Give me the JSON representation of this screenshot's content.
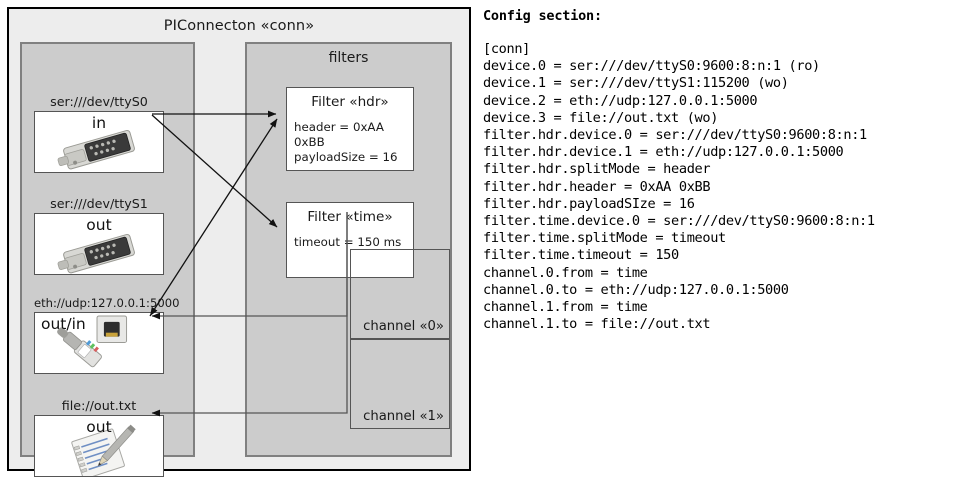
{
  "diagram": {
    "title": "PIConnecton «conn»",
    "devices_panel": {
      "devices": [
        {
          "caption": "ser:///dev/ttyS0",
          "direction": "in",
          "icon": "serial-db9-connector-icon"
        },
        {
          "caption": "ser:///dev/ttyS1",
          "direction": "out",
          "icon": "serial-db9-connector-icon"
        },
        {
          "caption": "eth://udp:127.0.0.1:5000",
          "direction": "out/in",
          "icon": "ethernet-rj45-icon"
        },
        {
          "caption": "file://out.txt",
          "direction": "out",
          "icon": "text-file-notepad-icon"
        }
      ]
    },
    "filters_panel": {
      "title": "filters",
      "filters": [
        {
          "title": "Filter «hdr»",
          "props": [
            "header = 0xAA 0xBB",
            "payloadSize = 16"
          ]
        },
        {
          "title": "Filter «time»",
          "props": [
            "timeout = 150 ms"
          ]
        }
      ],
      "channels": [
        {
          "label": "channel «0»"
        },
        {
          "label": "channel «1»"
        }
      ]
    }
  },
  "config": {
    "heading": "Config section:",
    "text": "[conn]\ndevice.0 = ser:///dev/ttyS0:9600:8:n:1 (ro)\ndevice.1 = ser:///dev/ttyS1:115200 (wo)\ndevice.2 = eth://udp:127.0.0.1:5000\ndevice.3 = file://out.txt (wo)\nfilter.hdr.device.0 = ser:///dev/ttyS0:9600:8:n:1\nfilter.hdr.device.1 = eth://udp:127.0.0.1:5000\nfilter.hdr.splitMode = header\nfilter.hdr.header = 0xAA 0xBB\nfilter.hdr.payloadSIze = 16\nfilter.time.device.0 = ser:///dev/ttyS0:9600:8:n:1\nfilter.time.splitMode = timeout\nfilter.time.timeout = 150\nchannel.0.from = time\nchannel.0.to = eth://udp:127.0.0.1:5000\nchannel.1.from = time\nchannel.1.to = file://out.txt"
  },
  "colors": {
    "outer_panel_bg": "#ededed",
    "inner_panel_bg": "#cccccc",
    "box_bg": "#ffffff",
    "frame_border": "#000000",
    "panel_border": "#808080",
    "box_border": "#555555",
    "text": "#1a1a1a"
  }
}
